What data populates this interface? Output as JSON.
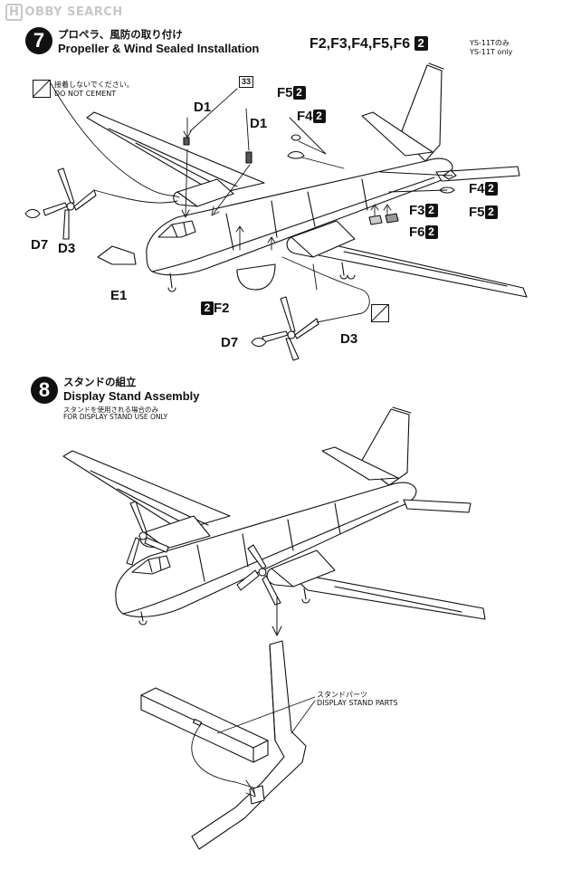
{
  "watermark": {
    "badge": "H",
    "text": "OBBY SEARCH"
  },
  "step7": {
    "number": "7",
    "title_jp": "プロペラ、風防の取り付け",
    "title_en": "Propeller & Wind Sealed Installation",
    "part_list": "F2,F3,F4,F5,F6",
    "part_badge": "2",
    "note_jp": "YS-11Tのみ",
    "note_en": "YS-11T only",
    "no_cement_jp": "接着しないでください。",
    "no_cement_en": "DO NOT CEMENT",
    "callout_33": "33",
    "labels": {
      "D1_a": "D1",
      "D1_b": "D1",
      "F5_top": "F5",
      "F4_top": "F4",
      "F4_right": "F4",
      "F5_right": "F5",
      "F3": "F3",
      "F6": "F6",
      "D7_left": "D7",
      "D3_left": "D3",
      "E1": "E1",
      "F2": "F2",
      "D7_bottom": "D7",
      "D3_bottom": "D3",
      "badge": "2"
    }
  },
  "step8": {
    "number": "8",
    "title_jp": "スタンドの組立",
    "title_en": "Display Stand Assembly",
    "sub_jp": "スタンドを使用される場合のみ",
    "sub_en": "FOR DISPLAY STAND USE ONLY",
    "stand_parts_jp": "スタンドパーツ",
    "stand_parts_en": "DISPLAY STAND PARTS"
  }
}
